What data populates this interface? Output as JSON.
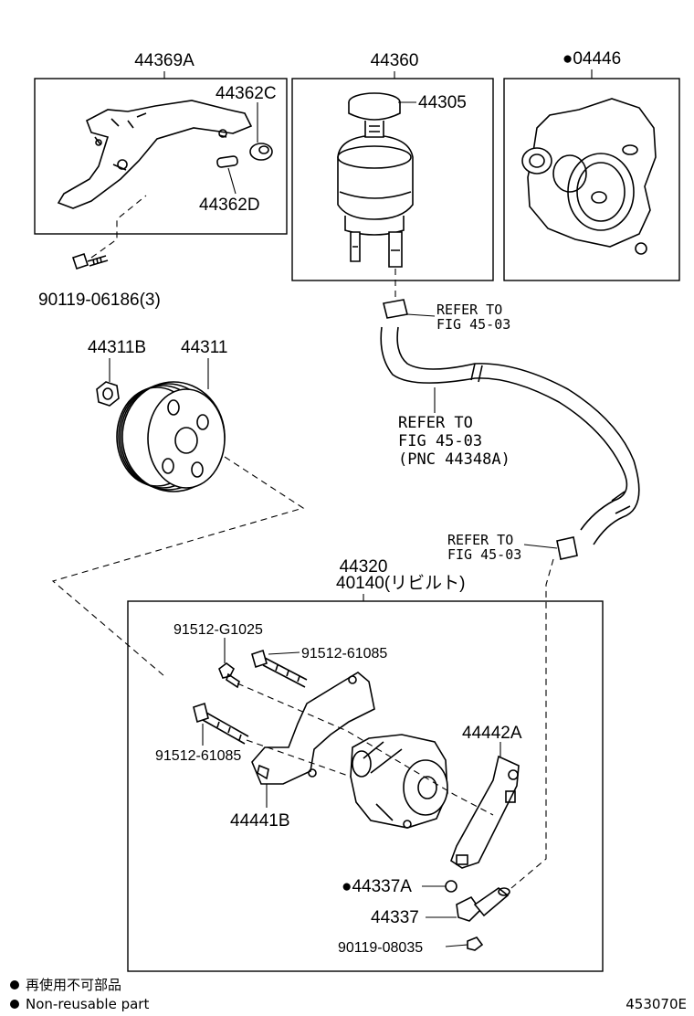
{
  "diagram_id": "453070E",
  "labels": {
    "bracket_assy": "44369A",
    "reservoir_assy": "44360",
    "gasket_kit": "●04446",
    "spacer_c": "44362C",
    "spacer_d": "44362D",
    "bracket_bolt": "90119-06186(3)",
    "cap": "44305",
    "nut": "44311B",
    "pulley": "44311",
    "refer_1_line1": "REFER TO",
    "refer_1_line2": "FIG 45-03",
    "refer_2_line1": "REFER TO",
    "refer_2_line2": "FIG 45-03",
    "refer_2_line3": "(PNC 44348A)",
    "refer_3_line1": "REFER TO",
    "refer_3_line2": "FIG 45-03",
    "pump_assy": "44320",
    "pump_rebuilt": "40140(リビルト)",
    "bolt_g1025": "91512-G1025",
    "bolt_61085_a": "91512-61085",
    "bolt_61085_b": "91512-61085",
    "stay_a": "44442A",
    "bracket_b": "44441B",
    "oring": "●44337A",
    "union": "44337",
    "union_bolt": "90119-08035"
  },
  "legend": {
    "jp": "再使用不可部品",
    "en": "Non-reusable part"
  }
}
